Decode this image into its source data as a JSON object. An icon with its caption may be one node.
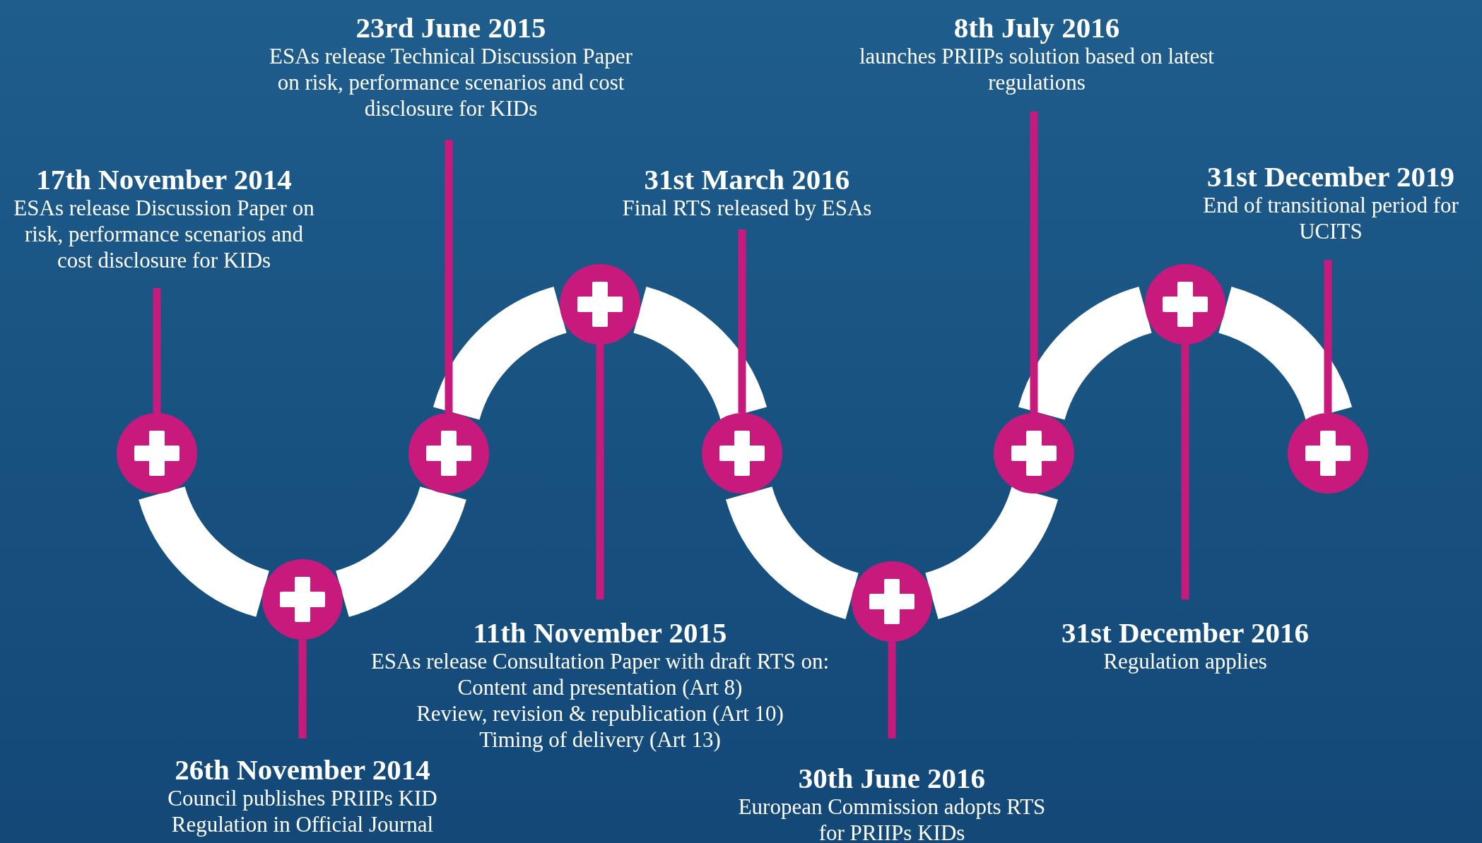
{
  "diagram": {
    "nodes": [
      {
        "text": [
          "17th November 2014",
          "ESAs release Discussion Paper on risk, performance scenarios and cost disclosure for KIDs"
        ]
      },
      {
        "text": [
          "26th November 2014",
          "Council publishes PRIIPs KID Regulation in Official Journal"
        ]
      },
      {
        "text": [
          "23rd June 2015",
          "ESAs release Technical Discussion Paper on risk, performance scenarios and cost disclosure for KIDs"
        ]
      },
      {
        "text": [
          "11th November 2015",
          "ESAs release Consultation Paper with draft RTS on:",
          "Content and presentation (Art 8)",
          "Review, revision & republication (Art 10)",
          "Timing of delivery (Art 13)"
        ]
      },
      {
        "text": [
          "31st March 2016",
          "Final RTS released by ESAs"
        ]
      },
      {
        "text": [
          "30th June 2016",
          "European Commission adopts RTS for PRIIPs KIDs"
        ]
      },
      {
        "text": [
          "8th July 2016",
          "launches PRIIPs solution based on latest regulations"
        ]
      },
      {
        "text": [
          "31st December 2016",
          "Regulation applies"
        ]
      },
      {
        "text": [
          "31st December 2019",
          "End of transitional period for UCITS"
        ]
      },
      {
        "text": [],
        "shape": "circle"
      },
      {
        "text": [],
        "shape": "circle"
      },
      {
        "text": [],
        "shape": "circle"
      },
      {
        "text": [],
        "shape": "circle"
      },
      {
        "text": [],
        "shape": "circle"
      },
      {
        "text": [],
        "shape": "circle"
      },
      {
        "text": [],
        "shape": "circle"
      },
      {
        "text": [],
        "shape": "circle"
      },
      {
        "text": [],
        "shape": "circle"
      }
    ],
    "edges": [
      {
        "from": 0,
        "to": 9,
        "arrow": "none"
      },
      {
        "from": 1,
        "to": 10,
        "arrow": "none"
      },
      {
        "from": 2,
        "to": 11,
        "arrow": "none"
      },
      {
        "from": 3,
        "to": 12,
        "arrow": "none"
      },
      {
        "from": 4,
        "to": 13,
        "arrow": "none"
      },
      {
        "from": 5,
        "to": 14,
        "arrow": "none"
      },
      {
        "from": 6,
        "to": 15,
        "arrow": "none"
      },
      {
        "from": 7,
        "to": 16,
        "arrow": "none"
      },
      {
        "from": 8,
        "to": 17,
        "arrow": "none"
      },
      {
        "from": 9,
        "to": 10,
        "arrow": "none",
        "style": "thick",
        "color": "#ffffff"
      },
      {
        "from": 10,
        "to": 11,
        "arrow": "none",
        "style": "thick",
        "color": "#ffffff"
      },
      {
        "from": 11,
        "to": 12,
        "arrow": "none",
        "style": "thick",
        "color": "#ffffff"
      },
      {
        "from": 12,
        "to": 13,
        "arrow": "none",
        "style": "thick",
        "color": "#ffffff"
      },
      {
        "from": 13,
        "to": 14,
        "arrow": "none",
        "style": "thick",
        "color": "#ffffff"
      },
      {
        "from": 14,
        "to": 15,
        "arrow": "none",
        "style": "thick",
        "color": "#ffffff"
      },
      {
        "from": 15,
        "to": 16,
        "arrow": "none",
        "style": "thick",
        "color": "#ffffff"
      },
      {
        "from": 16,
        "to": 17,
        "arrow": "none",
        "style": "thick",
        "color": "#ffffff"
      }
    ]
  }
}
